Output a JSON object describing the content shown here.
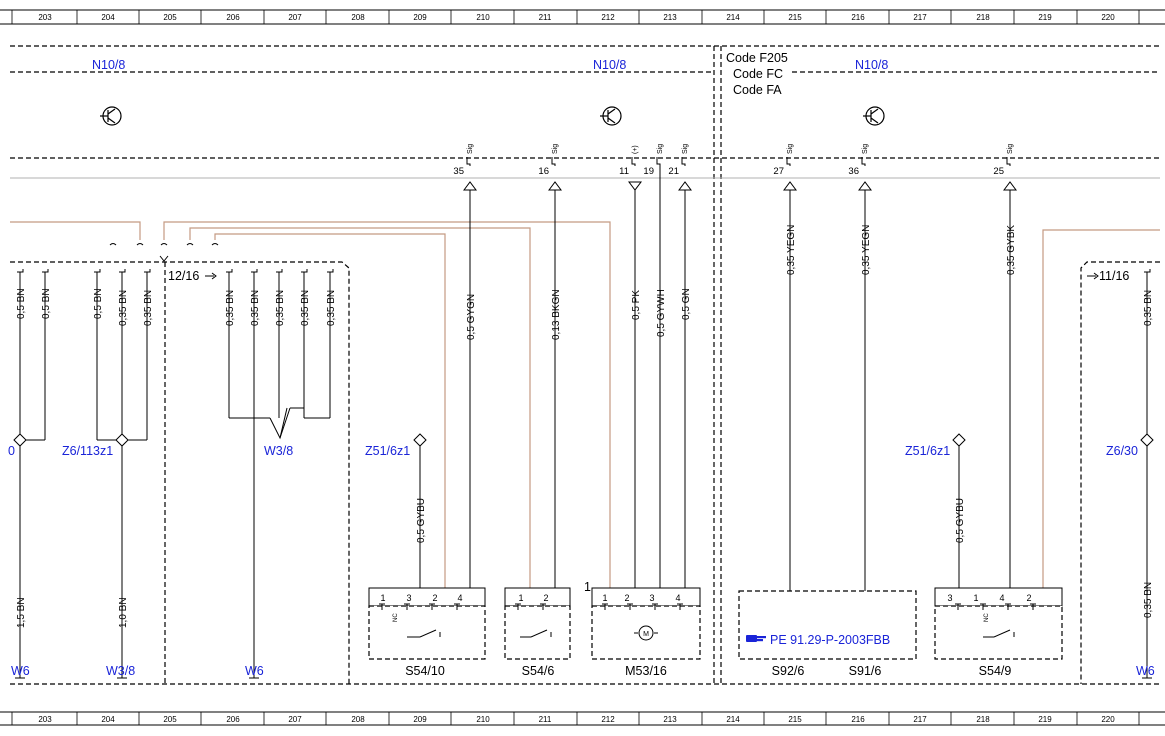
{
  "ruler": {
    "columns": [
      "203",
      "204",
      "205",
      "206",
      "207",
      "208",
      "209",
      "210",
      "211",
      "212",
      "213",
      "214",
      "215",
      "216",
      "217",
      "218",
      "219",
      "220"
    ]
  },
  "modules": {
    "left": "N10/8",
    "middle": "N10/8",
    "right": "N10/8"
  },
  "codes": [
    "Code F205",
    "Code FC",
    "Code FA"
  ],
  "signal_tag": "Sig",
  "plus_tag": "(+)",
  "pins": {
    "p35": "35",
    "p16": "16",
    "p11": "11",
    "p19": "19",
    "p21": "21",
    "p27": "27",
    "p36": "36",
    "p25": "25"
  },
  "wires": {
    "w1": "0,5 BN",
    "w2": "0,5 BN",
    "w3": "0,5 BN",
    "w4": "0,35 BN",
    "w5": "0,35 BN",
    "w6": "0,35 BN",
    "w7": "0,35 BN",
    "w8": "0,35 BN",
    "w9": "0,35 BN",
    "w10": "0,35 BN",
    "gygn": "0,5 GYGN",
    "bkgn": "0,13 BKGN",
    "pk": "0,5 PK",
    "gywh": "0,5 GYWH",
    "gn": "0,5 GN",
    "yegn1": "0,35 YEGN",
    "yegn2": "0,35 YEGN",
    "gybk": "0,35 GYBK",
    "rbn1": "0,35 BN",
    "gybu1": "0,5 GYBU",
    "gybu2": "0,5 GYBU",
    "bn15": "1,5 BN",
    "bn10": "1,0 BN",
    "rbn2": "0,35 BN"
  },
  "refs": {
    "ref1216": "12/16",
    "ref1116": "11/16"
  },
  "nodes": {
    "n0": "0",
    "z6113": "Z6/113z1",
    "w38": "W3/8",
    "z516a": "Z51/6z1",
    "z516b": "Z51/6z1",
    "z630": "Z6/30"
  },
  "grounds": {
    "g1": "W6",
    "g2": "W3/8",
    "g3": "W6",
    "g4": "W6"
  },
  "components": {
    "s5410": {
      "name": "S54/10",
      "pins": [
        "1",
        "3",
        "2",
        "4"
      ],
      "nc": "NC"
    },
    "s546": {
      "name": "S54/6",
      "pins": [
        "1",
        "2"
      ]
    },
    "m5316": {
      "name": "M53/16",
      "pins": [
        "1",
        "2",
        "3",
        "4"
      ],
      "outer": "1",
      "motor": "M"
    },
    "s926": {
      "name": "S92/6"
    },
    "s916": {
      "name": "S91/6"
    },
    "s549": {
      "name": "S54/9",
      "pins": [
        "3",
        "1",
        "4",
        "2"
      ],
      "nc": "NC"
    }
  },
  "pe_ref": "PE 91.29-P-2003FBB",
  "colors": {
    "line": "#000000",
    "brown_wire": "#c49a82",
    "divider": "#b0b0b0",
    "label_blue": "#1a24d8"
  }
}
